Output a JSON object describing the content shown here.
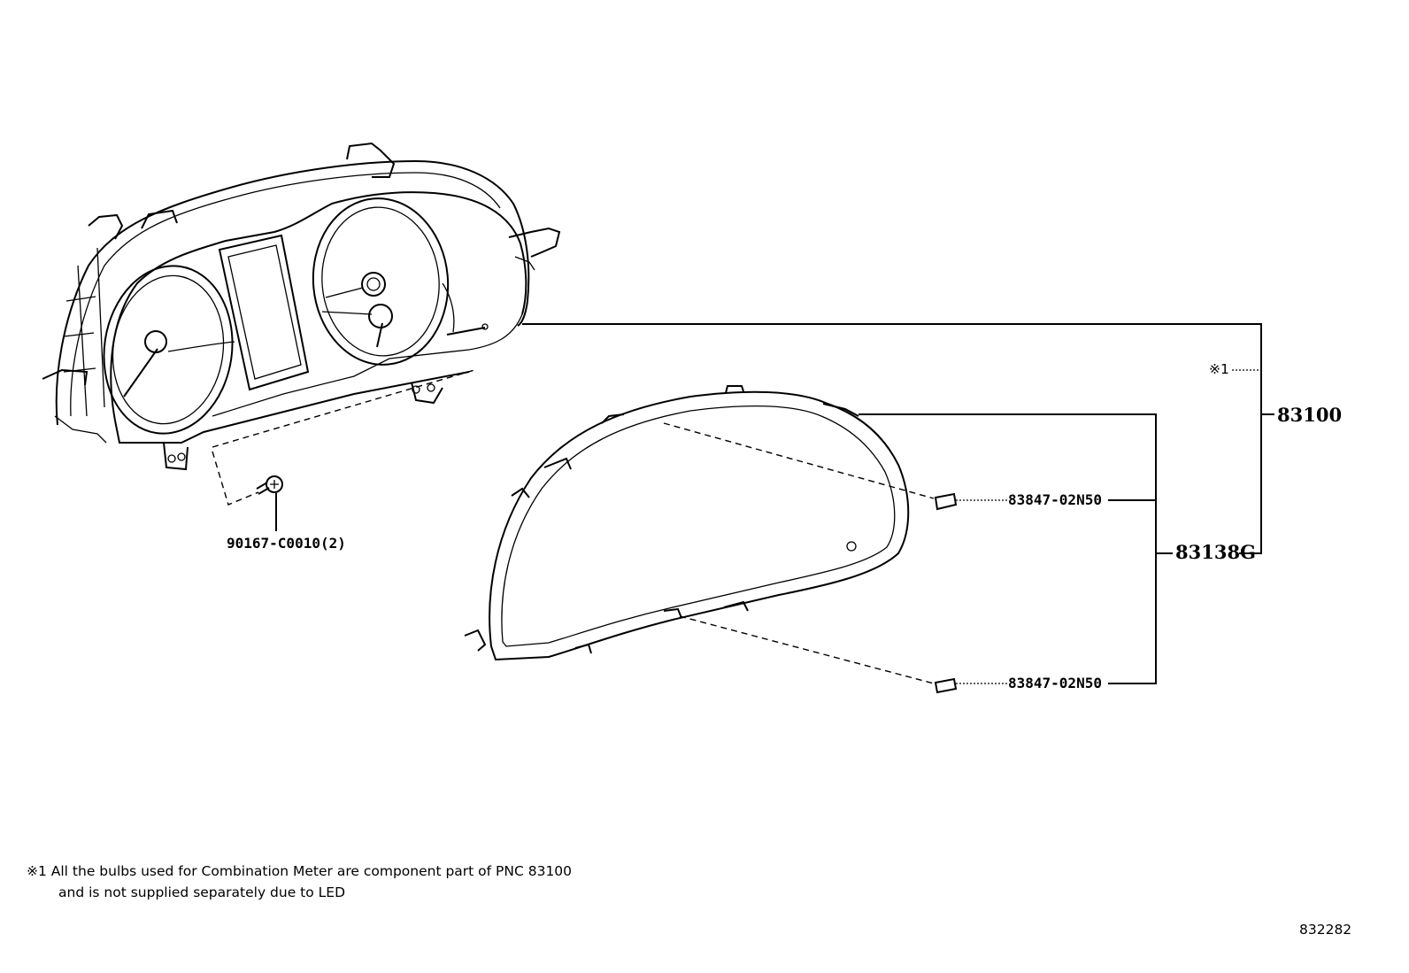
{
  "labels": {
    "assembly": "83100",
    "glass": "83138G",
    "clip_top": "83847-02N50",
    "clip_bottom": "83847-02N50",
    "screw": "90167-C0010(2)",
    "note_marker": "※1"
  },
  "footnote": {
    "line1": "※1 All the bulbs used for Combination Meter are component part of PNC 83100",
    "line2": "and is not supplied separately due to LED"
  },
  "diagram_id": "832282"
}
